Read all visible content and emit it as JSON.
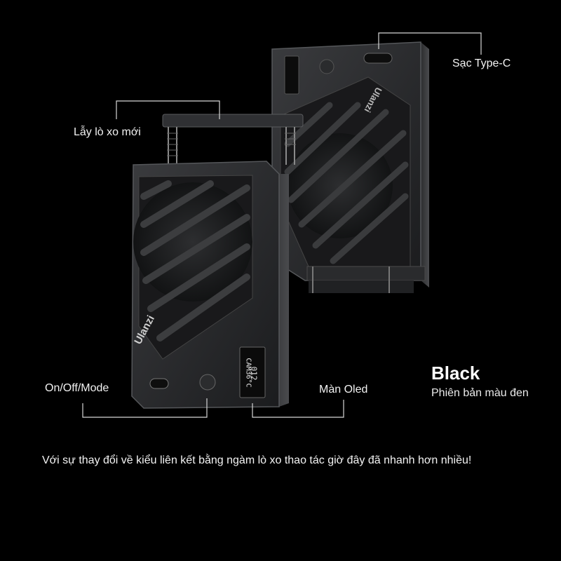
{
  "callouts": {
    "type_c": "Sạc Type-C",
    "spring_latch": "Lẫy lò xo mới",
    "power_mode": "On/Off/Mode",
    "oled": "Màn Oled"
  },
  "variant": {
    "title": "Black",
    "subtitle": "Phiên bản màu đen"
  },
  "caption": "Với sự thay đổi về kiểu liên kết bằng ngàm lò xo thao tác giờ đây đã nhanh hơn nhiều!",
  "product": {
    "brand": "Ulanzi",
    "display_line1": "012",
    "display_line2": "CAM36°C"
  }
}
